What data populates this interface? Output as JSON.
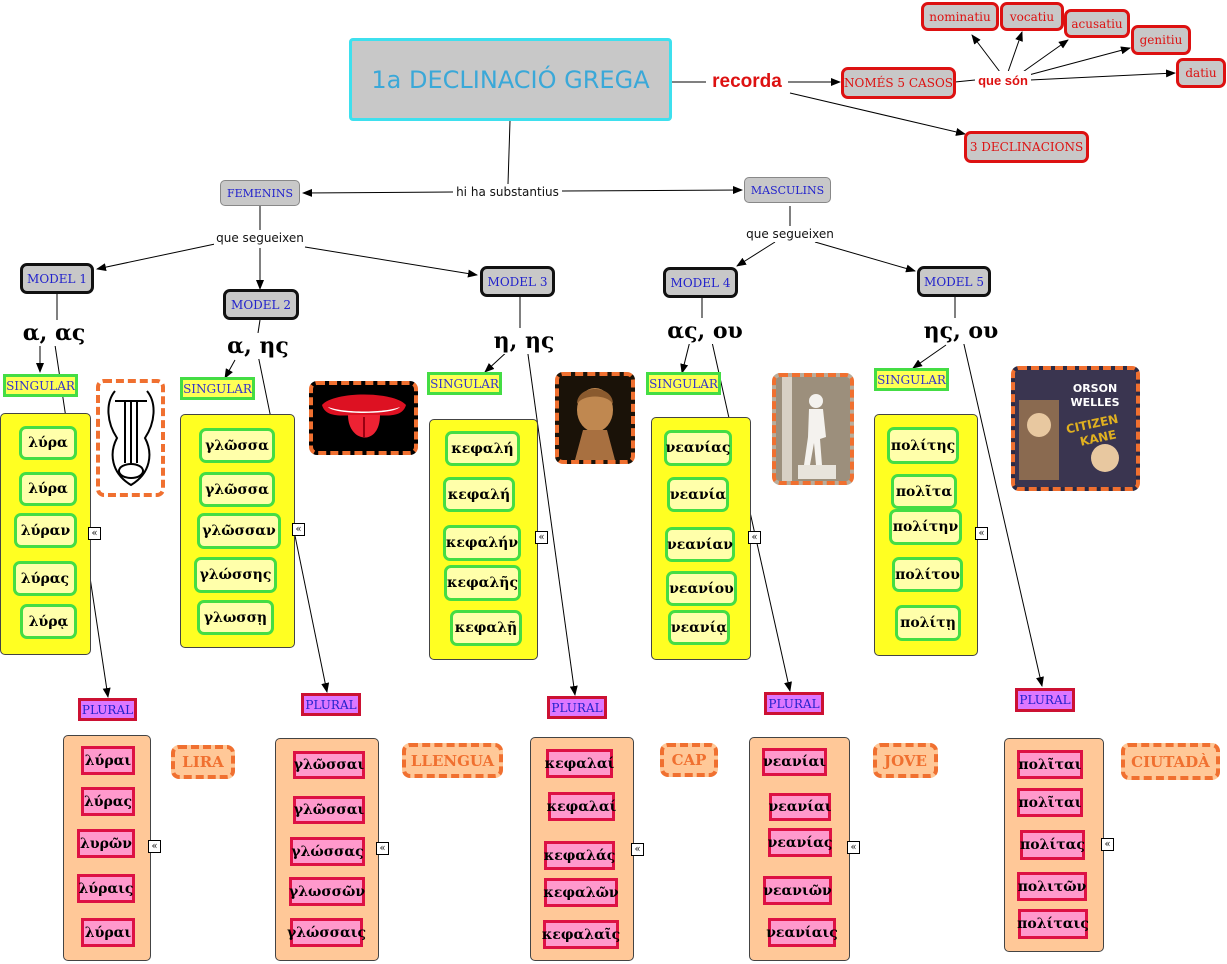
{
  "title": "1a DECLINACIÓ GREGA",
  "links": {
    "recorda": "recorda",
    "que_son": "que són",
    "hi_ha": "hi ha substantius",
    "que_segueixen_fem": "que segueixen",
    "que_segueixen_masc": "que segueixen"
  },
  "facts": {
    "cases": "NOMÉS 5 CASOS",
    "declensions": "3 DECLINACIONS",
    "case_names": [
      "nominatiu",
      "vocatiu",
      "acusatiu",
      "genitiu",
      "datiu"
    ]
  },
  "genders": {
    "feminine": "FEMENINS",
    "masculine": "MASCULINS"
  },
  "collapse_glyph": "«",
  "models": [
    {
      "label": "MODEL 1",
      "endings": "α, ας",
      "singular_label": "SINGULAR",
      "plural_label": "PLURAL",
      "singular": [
        "λύρα",
        "λύρα",
        "λύραν",
        "λύρας",
        "λύρᾳ"
      ],
      "plural": [
        "λύραι",
        "λύρας",
        "λυρῶν",
        "λύραις",
        "λύραι"
      ],
      "translation": "LIRA",
      "image": "lyre"
    },
    {
      "label": "MODEL 2",
      "endings": "α, ης",
      "singular_label": "SINGULAR",
      "plural_label": "PLURAL",
      "singular": [
        "γλῶσσα",
        "γλῶσσα",
        "γλῶσσαν",
        "γλώσσης",
        "γλωσσῃ"
      ],
      "plural": [
        "γλῶσσαι",
        "γλῶσσαι",
        "γλώσσας",
        "γλωσσῶν",
        "γλώσσαις"
      ],
      "translation": "LLENGUA",
      "image": "tongue-logo"
    },
    {
      "label": "MODEL 3",
      "endings": "η, ης",
      "singular_label": "SINGULAR",
      "plural_label": "PLURAL",
      "singular": [
        "κεφαλή",
        "κεφαλή",
        "κεφαλήν",
        "κεφαλῆς",
        "κεφαλῇ"
      ],
      "plural": [
        "κεφαλαί",
        "κεφαλαί",
        "κεφαλάς",
        "κεφαλῶν",
        "κεφαλαῖς"
      ],
      "translation": "CAP",
      "image": "bust-head"
    },
    {
      "label": "MODEL 4",
      "endings": "ας, ου",
      "singular_label": "SINGULAR",
      "plural_label": "PLURAL",
      "singular": [
        "νεανίας",
        "νεανία",
        "νεανίαν",
        "νεανίου",
        "νεανίᾳ"
      ],
      "plural": [
        "νεανίαι",
        "νεανίαι",
        "νεανίας",
        "νεανιῶν",
        "νεανίαις"
      ],
      "translation": "JOVE",
      "image": "statue-youth"
    },
    {
      "label": "MODEL 5",
      "endings": "ης, ου",
      "singular_label": "SINGULAR",
      "plural_label": "PLURAL",
      "singular": [
        "πολίτης",
        "πολῖτα",
        "πολίτην",
        "πολίτου",
        "πολίτῃ"
      ],
      "plural": [
        "πολῖται",
        "πολῖται",
        "πολίτας",
        "πολιτῶν",
        "πολίταις"
      ],
      "translation": "CIUTADÀ",
      "image": "movie-poster",
      "poster_text": [
        "ORSON",
        "WELLES",
        "CITIZEN",
        "KANE"
      ]
    }
  ],
  "colors": {
    "title_border": "#3ee0ee",
    "title_text": "#3aa8d8",
    "red": "#dd1111",
    "singular_fill": "#ffff22",
    "plural_fill": "#ffc898",
    "word_border": "#44dd44",
    "translation": "#f07030"
  }
}
